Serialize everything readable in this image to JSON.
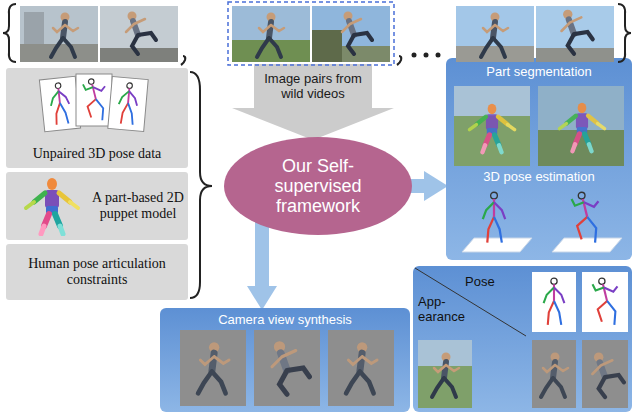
{
  "diagram": {
    "nodes": [
      {
        "text": [
          "Image pairs from wild videos"
        ]
      },
      {
        "text": [
          "Unpaired 3D pose data"
        ]
      },
      {
        "text": [
          "A part-based 2D puppet model"
        ]
      },
      {
        "text": [
          "Human pose articulation constraints"
        ]
      },
      {
        "text": [
          "Our Self-supervised framework"
        ]
      },
      {
        "text": [
          "Part segmentation",
          "3D pose estimation"
        ]
      },
      {
        "text": [
          "Camera view synthesis"
        ]
      },
      {
        "text": [
          "Pose",
          "App- earance"
        ]
      }
    ],
    "edges": [
      {
        "from": 4,
        "to": 5,
        "arrow": "to"
      },
      {
        "from": 4,
        "to": 6,
        "arrow": "to"
      }
    ]
  }
}
